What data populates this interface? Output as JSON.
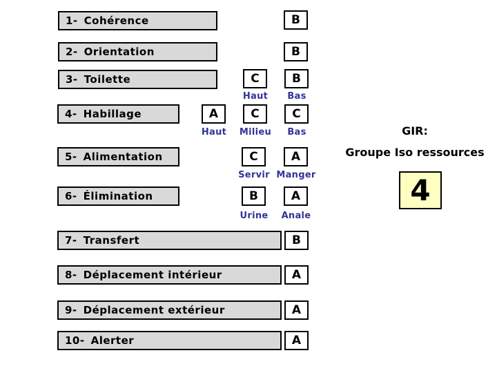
{
  "items": [
    {
      "num": "1-",
      "name": "Cohérence",
      "cells": [
        {
          "value": "B"
        }
      ]
    },
    {
      "num": "2-",
      "name": "Orientation",
      "cells": [
        {
          "value": "B"
        }
      ]
    },
    {
      "num": "3-",
      "name": "Toilette",
      "cells": [
        {
          "value": "C",
          "sub": "Haut"
        },
        {
          "value": "B",
          "sub": "Bas"
        }
      ]
    },
    {
      "num": "4-",
      "name": "Habillage",
      "cells": [
        {
          "value": "A",
          "sub": "Haut"
        },
        {
          "value": "C",
          "sub": "Milieu"
        },
        {
          "value": "C",
          "sub": "Bas"
        }
      ]
    },
    {
      "num": "5-",
      "name": "Alimentation",
      "cells": [
        {
          "value": "C",
          "sub": "Servir"
        },
        {
          "value": "A",
          "sub": "Manger"
        }
      ]
    },
    {
      "num": "6-",
      "name": "Élimination",
      "cells": [
        {
          "value": "B",
          "sub": "Urine"
        },
        {
          "value": "A",
          "sub": "Anale"
        }
      ]
    },
    {
      "num": "7-",
      "name": "Transfert",
      "cells": [
        {
          "value": "B"
        }
      ]
    },
    {
      "num": "8-",
      "name": "Déplacement intérieur",
      "cells": [
        {
          "value": "A"
        }
      ]
    },
    {
      "num": "9-",
      "name": "Déplacement extérieur",
      "cells": [
        {
          "value": "A"
        }
      ]
    },
    {
      "num": "10-",
      "name": "Alerter",
      "cells": [
        {
          "value": "A"
        }
      ]
    }
  ],
  "gir": {
    "label": "GIR:",
    "caption": "Groupe Iso ressources",
    "value": "4"
  },
  "colors": {
    "row_box_fill": "#d9d9d9",
    "sub_label_text": "#333399",
    "gir_box_fill": "#ffffc2"
  }
}
